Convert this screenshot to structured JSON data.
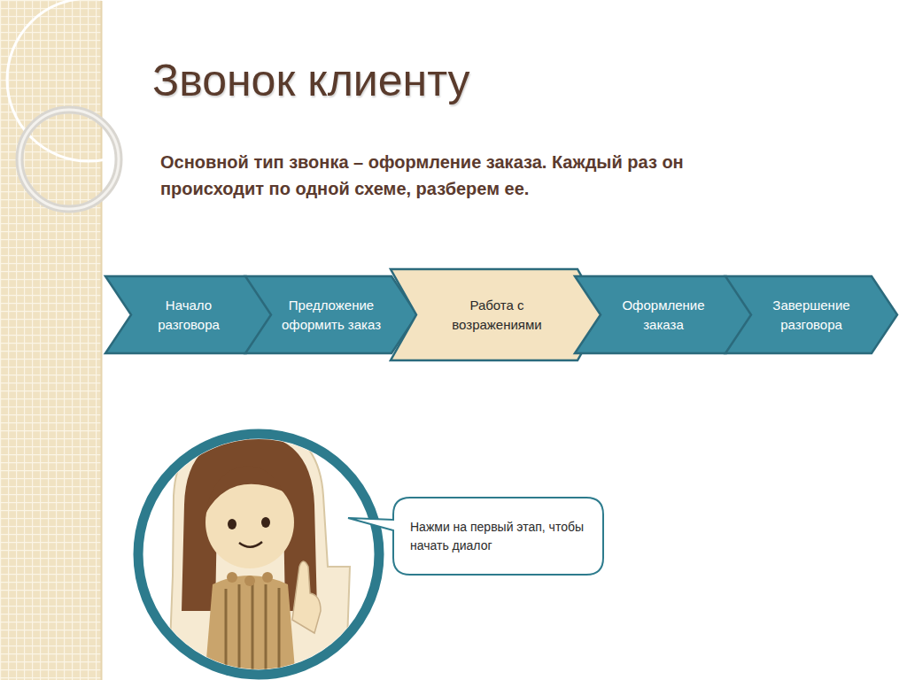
{
  "diagram": {
    "title": "Звонок клиенту",
    "nodes": [
      {
        "text": [
          "Начало разговора"
        ]
      },
      {
        "text": [
          "Предложение оформить заказ"
        ]
      },
      {
        "text": [
          "Работа с возражениями"
        ]
      },
      {
        "text": [
          "Оформление заказа"
        ]
      },
      {
        "text": [
          "Завершение разговора"
        ]
      },
      {
        "text": [
          "Нажми на первый этап, чтобы начать диалог"
        ]
      }
    ],
    "labels": [
      "Основной тип звонка – оформление заказа. Каждый раз он происходит по одной схеме, разберем ее."
    ]
  }
}
